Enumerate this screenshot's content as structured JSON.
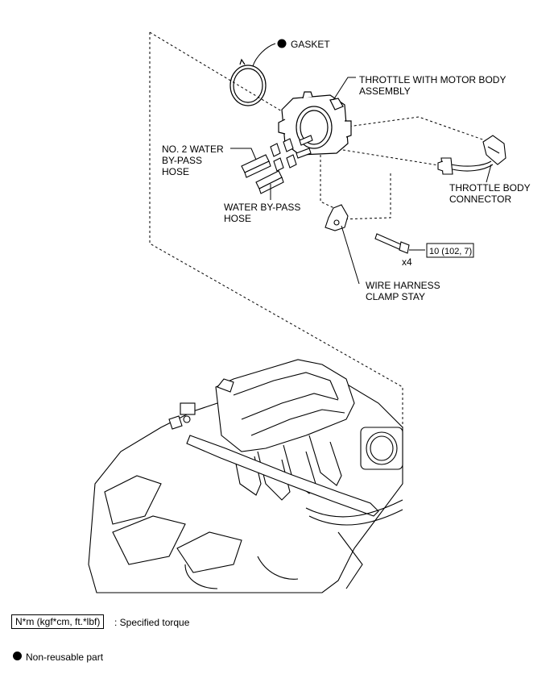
{
  "labels": {
    "gasket": "GASKET",
    "throttle_line1": "THROTTLE WITH MOTOR BODY",
    "throttle_line2": "ASSEMBLY",
    "no2_line1": "NO. 2 WATER",
    "no2_line2": "BY-PASS",
    "no2_line3": "HOSE",
    "wbp_line1": "WATER BY-PASS",
    "wbp_line2": "HOSE",
    "tbc_line1": "THROTTLE BODY",
    "tbc_line2": "CONNECTOR",
    "clamp_line1": "WIRE HARNESS",
    "clamp_line2": "CLAMP STAY",
    "torque_value": "10 (102, 7)",
    "bolt_qty": "x4"
  },
  "legend": {
    "torque_unit": "N*m (kgf*cm, ft.*lbf)",
    "torque_desc": ": Specified torque",
    "nonreusable_desc": "Non-reusable part"
  },
  "colors": {
    "ink": "#000000",
    "background": "#ffffff"
  },
  "icons": {
    "nonreusable": "filled-circle-icon"
  }
}
